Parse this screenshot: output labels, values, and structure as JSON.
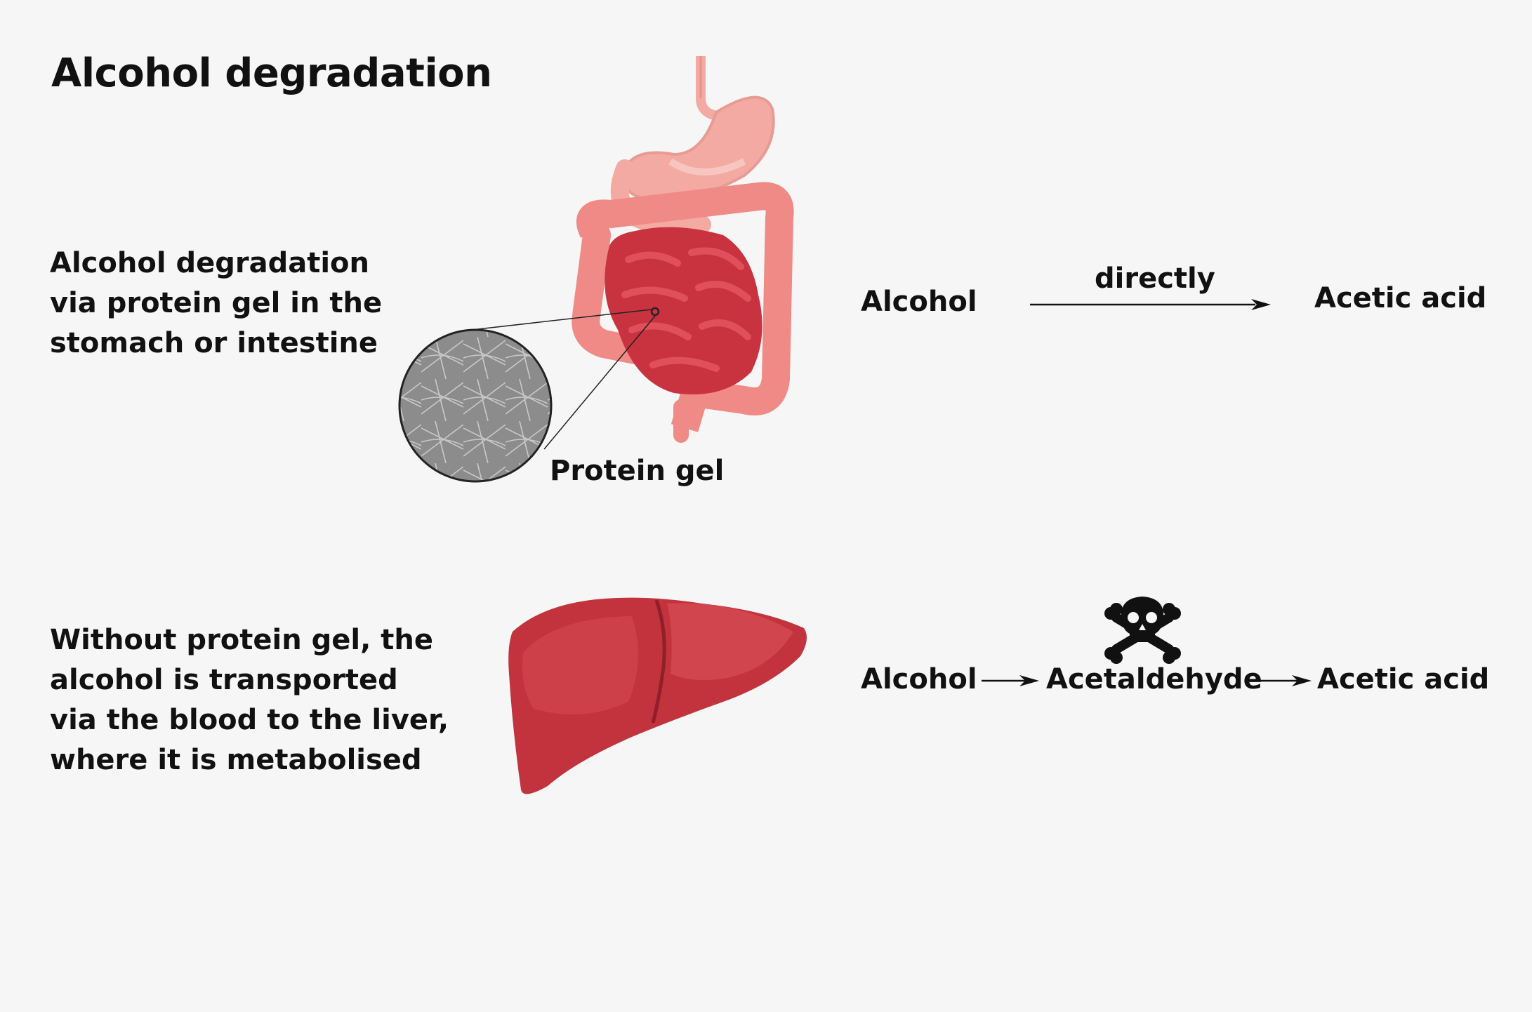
{
  "title": "Alcohol degradation",
  "section_gel": {
    "description": "Alcohol degradation\nvia protein gel in the\nstomach or intestine",
    "inset_label": "Protein gel",
    "pathway": {
      "from": "Alcohol",
      "arrow_label": "directly",
      "to": "Acetic acid"
    }
  },
  "section_liver": {
    "description": "Without protein gel, the\nalcohol is transported\nvia the blood to the liver,\nwhere it is metabolised",
    "pathway": {
      "from": "Alcohol",
      "intermediate": "Acetaldehyde",
      "to": "Acetic acid"
    },
    "warning_icon": "skull-crossbones-icon"
  },
  "colors": {
    "background": "#f6f6f6",
    "stomach": "#f3aaa3",
    "intestine_outer": "#f08a86",
    "intestine_inner": "#c9333f",
    "liver": "#c2333d",
    "text": "#111111"
  }
}
